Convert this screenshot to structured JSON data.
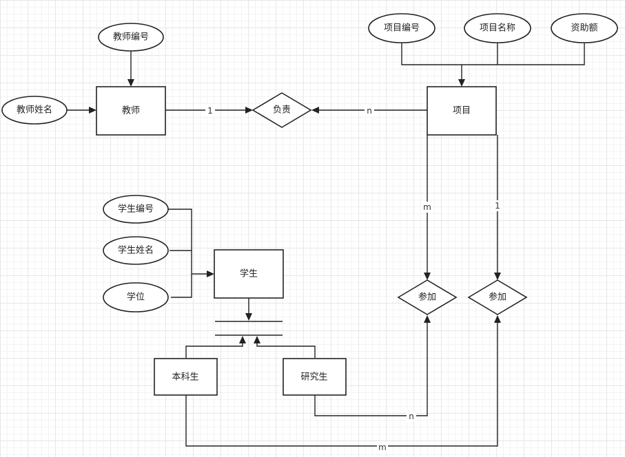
{
  "entities": {
    "teacher": "教师",
    "project": "项目",
    "student": "学生",
    "undergrad": "本科生",
    "graduate": "研究生"
  },
  "attributes": {
    "teacher_id": "教师编号",
    "teacher_name": "教师姓名",
    "project_id": "项目编号",
    "project_name": "项目名称",
    "funding": "资助额",
    "student_id": "学生编号",
    "student_name": "学生姓名",
    "degree": "学位"
  },
  "relationships": {
    "responsible": "负责",
    "participate_left": "参加",
    "participate_right": "参加"
  },
  "cardinalities": {
    "teacher_responsible": "1",
    "project_responsible": "n",
    "project_participate_left": "m",
    "project_participate_right": "1",
    "graduate_participate": "n",
    "undergrad_participate": "m"
  }
}
